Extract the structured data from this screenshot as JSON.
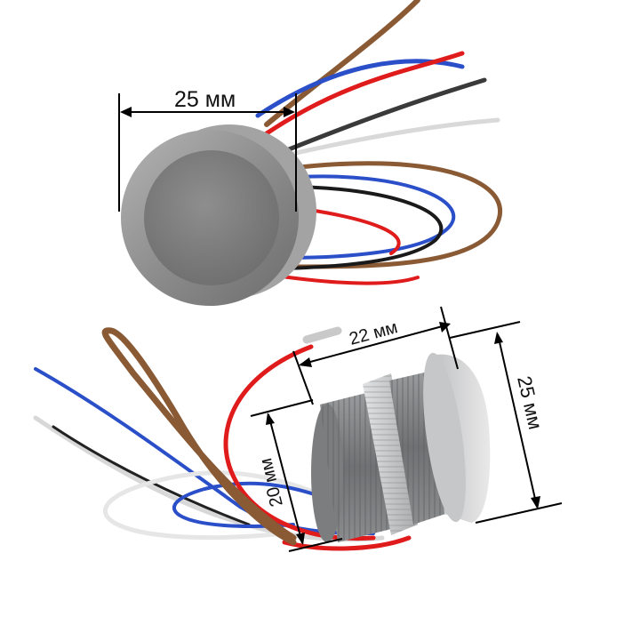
{
  "image": {
    "subject": "Metal touch button with wires",
    "background": "#ffffff"
  },
  "top_view": {
    "dimension_label": "25 мм",
    "body_color": "#8a8a8a",
    "face_color": "#7a7a7a"
  },
  "side_view": {
    "length_label": "22 мм",
    "thread_diameter_label": "20 мм",
    "head_diameter_label": "25 мм",
    "body_color": "#8d8f91",
    "nut_color": "#c9cacc"
  },
  "wires": {
    "colors": {
      "red": "#e01b1b",
      "blue": "#2a4fc8",
      "brown": "#8a5a35",
      "black": "#1a1a1a",
      "white": "#e8e8e8"
    }
  }
}
